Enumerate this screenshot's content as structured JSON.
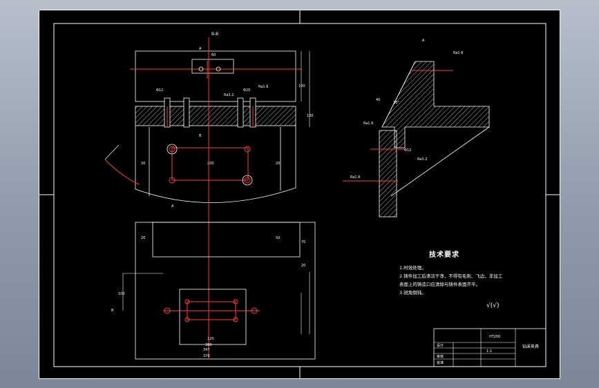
{
  "drawing": {
    "section_mark": "B-B",
    "cut_label_a": "A",
    "cut_label_b": "B",
    "notes_title": "技术要求",
    "notes": [
      "1.时效处理。",
      "2.铸件加工后清洁干净，不得有毛刺、飞边，非加工",
      "表面上的铸造口应清除与铸件表面齐平。",
      "3.锐角倒钝。"
    ],
    "roughness_general": "√(√)",
    "roughness_values": [
      "Ra3.2",
      "Ra1.6",
      "Ra1.6",
      "Ra3.2",
      "Ra1.6",
      "Ra1.6"
    ],
    "dim_labels_top_view": [
      "60",
      "200",
      "20",
      "20",
      "100",
      "130",
      "Φ12",
      "Φ20"
    ],
    "dim_labels_bottom_view": [
      "20",
      "50",
      "100",
      "120",
      "280",
      "347",
      "370",
      "70",
      "20"
    ],
    "dim_labels_side_view": [
      "40",
      "30°",
      "Φ12"
    ],
    "title_block": {
      "part_name": "钻床夹具",
      "material": "HT200",
      "scale": "1:1",
      "label_design": "设计",
      "label_check": "审核",
      "label_approve": "批准"
    }
  },
  "colors": {
    "outline": "#ffffff",
    "centerline": "#ff3b3b",
    "hatch": "#ffffff",
    "dim_line": "#ffffff",
    "background": "#000000"
  }
}
